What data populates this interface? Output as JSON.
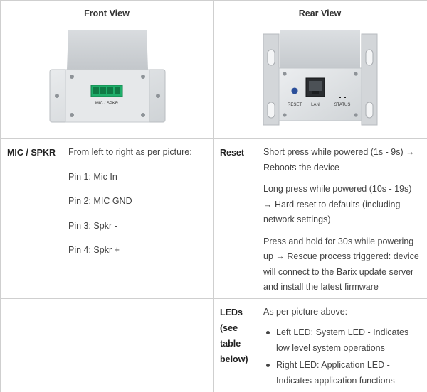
{
  "header": {
    "front_view": "Front View",
    "rear_view": "Rear View"
  },
  "front_device": {
    "port_label": "MIC / SPKR"
  },
  "rear_device": {
    "reset_label": "RESET",
    "lan_label": "LAN",
    "status_label": "STATUS"
  },
  "mic_spkr": {
    "label": "MIC / SPKR",
    "intro": "From left to right as per picture:",
    "pins": [
      "Pin 1: Mic In",
      "Pin 2: MIC GND",
      "Pin 3: Spkr -",
      "Pin 4: Spkr +"
    ]
  },
  "reset": {
    "label": "Reset",
    "paragraphs": [
      "Short press while powered (1s - 9s) → Reboots the device",
      "Long press while powered (10s - 19s) → Hard reset to defaults (including network settings)",
      "Press and hold for 30s while powering up → Rescue process triggered: device will connect to the Barix update server and install the latest firmware"
    ]
  },
  "leds": {
    "label_lines": [
      "LEDs",
      "(see",
      "table",
      "below)"
    ],
    "intro": "As per picture above:",
    "items": [
      "Left LED: System LED - Indicates low level system operations",
      "Right LED: Application LED - Indicates application functions"
    ]
  },
  "colors": {
    "border": "#cfcfcf",
    "connector_green": "#1fae6a",
    "reset_button_blue": "#2b4f9a"
  }
}
